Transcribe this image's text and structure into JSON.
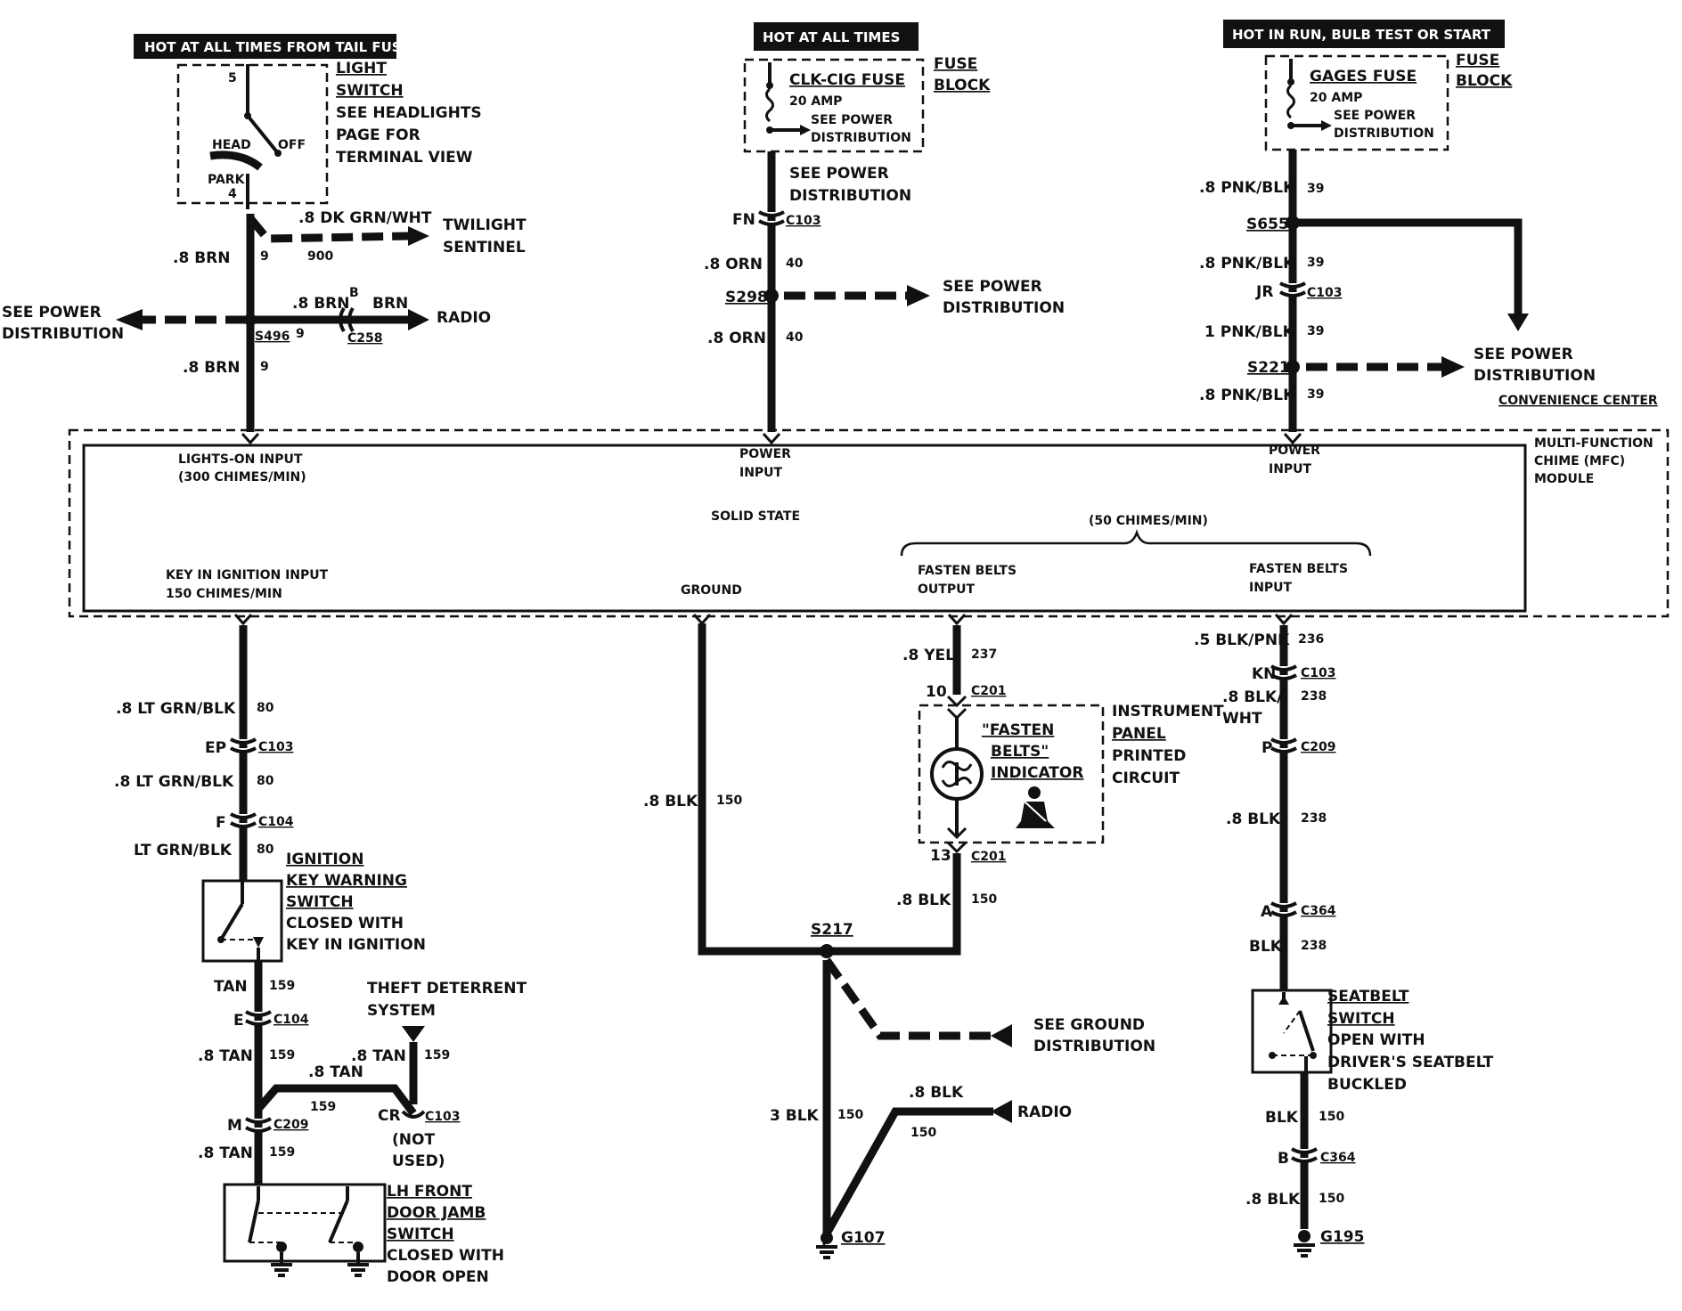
{
  "headers": {
    "tail_fuse": "HOT AT ALL TIMES FROM TAIL FUSE",
    "all_times": "HOT AT ALL TIMES",
    "run_bulb": "HOT IN RUN, BULB TEST OR START"
  },
  "light_switch": {
    "pin5": "5",
    "head": "HEAD",
    "off": "OFF",
    "park": "PARK",
    "pin4": "4",
    "title1": "LIGHT",
    "title2": "SWITCH",
    "note1": "SEE HEADLIGHTS",
    "note2": "PAGE FOR",
    "note3": "TERMINAL VIEW"
  },
  "left": {
    "dkgrn": ".8 DK GRN/WHT",
    "twilight1": "TWILIGHT",
    "twilight2": "SENTINEL",
    "brn1": ".8 BRN",
    "c9a": "9",
    "c900": "900",
    "seepwr1": "SEE POWER",
    "seepwr2": "DISTRIBUTION",
    "brn2": ".8 BRN",
    "b": "B",
    "brn3": "BRN",
    "radio": "RADIO",
    "s496": "S496",
    "c9b": "9",
    "c258": "C258",
    "brn4": ".8 BRN",
    "c9c": "9"
  },
  "mid": {
    "fuse_name": "CLK-CIG FUSE",
    "amp": "20 AMP",
    "see1": "SEE POWER",
    "see2": "DISTRIBUTION",
    "fb1": "FUSE",
    "fb2": "BLOCK",
    "seepd1": "SEE POWER",
    "seepd2": "DISTRIBUTION",
    "fn": "FN",
    "c103": "C103",
    "orn1": ".8 ORN",
    "c40a": "40",
    "s298": "S298",
    "seep1": "SEE POWER",
    "seep2": "DISTRIBUTION",
    "orn2": ".8 ORN",
    "c40b": "40"
  },
  "right": {
    "fuse_name": "GAGES FUSE",
    "amp": "20 AMP",
    "see1": "SEE POWER",
    "see2": "DISTRIBUTION",
    "fb1": "FUSE",
    "fb2": "BLOCK",
    "pnk1": ".8 PNK/BLK",
    "c39a": "39",
    "s655": "S655",
    "pnk2": ".8 PNK/BLK",
    "c39b": "39",
    "jr": "JR",
    "c103": "C103",
    "pnk3": "1 PNK/BLK",
    "c39c": "39",
    "s221": "S221",
    "seep1": "SEE POWER",
    "seep2": "DISTRIBUTION",
    "pnk4": ".8 PNK/BLK",
    "c39d": "39",
    "conv": "CONVENIENCE CENTER"
  },
  "module": {
    "lights_on1": "LIGHTS-ON INPUT",
    "lights_on2": "(300 CHIMES/MIN)",
    "power1a": "POWER",
    "power1b": "INPUT",
    "power2a": "POWER",
    "power2b": "INPUT",
    "mfc1": "MULTI-FUNCTION",
    "mfc2": "CHIME (MFC)",
    "mfc3": "MODULE",
    "solid": "SOLID STATE",
    "chimes50": "(50 CHIMES/MIN)",
    "key1": "KEY IN IGNITION INPUT",
    "key2": "150 CHIMES/MIN",
    "ground": "GROUND",
    "fb_out1": "FASTEN BELTS",
    "fb_out2": "OUTPUT",
    "fb_in1": "FASTEN BELTS",
    "fb_in2": "INPUT"
  },
  "bl": {
    "ltg1": ".8 LT GRN/BLK",
    "c80a": "80",
    "ep": "EP",
    "c103": "C103",
    "ltg2": ".8 LT GRN/BLK",
    "c80b": "80",
    "f": "F",
    "c104": "C104",
    "ltg3": "LT GRN/BLK",
    "c80c": "80",
    "ign1": "IGNITION",
    "ign2": "KEY WARNING",
    "ign3": "SWITCH",
    "ign4": "CLOSED WITH",
    "ign5": "KEY IN IGNITION",
    "tan1": "TAN",
    "c159a": "159",
    "e": "E",
    "c104b": "C104",
    "theft1": "THEFT DETERRENT",
    "theft2": "SYSTEM",
    "tan2": ".8 TAN",
    "c159b": "159",
    "tan3": ".8 TAN",
    "c159c": "159",
    "tan4": ".8 TAN",
    "c159d": "159",
    "m": "M",
    "c209": "C209",
    "cr": "CR",
    "c103b": "C103",
    "notused1": "(NOT",
    "notused2": "USED)",
    "tan5": ".8 TAN",
    "c159e": "159",
    "lh1": "LH FRONT",
    "lh2": "DOOR JAMB",
    "lh3": "SWITCH",
    "lh4": "CLOSED WITH",
    "lh5": "DOOR OPEN"
  },
  "gnd": {
    "blk1": ".8 BLK",
    "c150a": "150",
    "s217": "S217",
    "seeg1": "SEE GROUND",
    "seeg2": "DISTRIBUTION",
    "blk2": ".8 BLK",
    "radio": "RADIO",
    "c150b": "150",
    "blk3": "3 BLK",
    "c150c": "150",
    "g107": "G107"
  },
  "ip": {
    "yel": ".8 YEL",
    "c237": "237",
    "ten": "10",
    "c201a": "C201",
    "ind1": "\"FASTEN",
    "ind2": "BELTS\"",
    "ind3": "INDICATOR",
    "ipc1": "INSTRUMENT",
    "ipc2": "PANEL",
    "ipc3": "PRINTED",
    "ipc4": "CIRCUIT",
    "thirteen": "13",
    "c201b": "C201",
    "blk": ".8 BLK",
    "c150": "150"
  },
  "br": {
    "blkpnk": ".5 BLK/PNK",
    "c236": "236",
    "kn": "KN",
    "c103": "C103",
    "blkwht1": ".8 BLK/",
    "blkwht2": "WHT",
    "c238a": "238",
    "p": "P",
    "c209": "C209",
    "blk1": ".8 BLK",
    "c238b": "238",
    "a": "A",
    "c364a": "C364",
    "blk2": "BLK",
    "c238c": "238",
    "sb1": "SEATBELT",
    "sb2": "SWITCH",
    "sb3": "OPEN WITH",
    "sb4": "DRIVER'S SEATBELT",
    "sb5": "BUCKLED",
    "blk3": "BLK",
    "c150a": "150",
    "b": "B",
    "c364b": "C364",
    "blk4": ".8 BLK",
    "c150b": "150",
    "g195": "G195"
  }
}
